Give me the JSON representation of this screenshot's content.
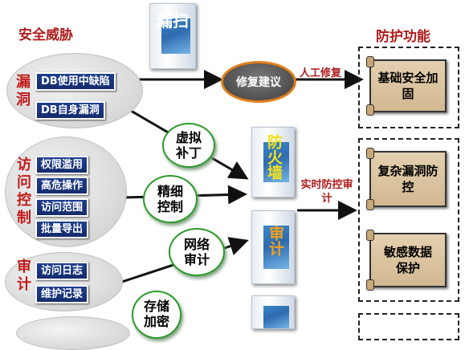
{
  "headings": {
    "left": "安全威胁",
    "right": "防护功能"
  },
  "groups": [
    {
      "label": "漏洞",
      "items": [
        "DB使用中缺陷",
        "DB自身漏洞"
      ]
    },
    {
      "label": "访问控制",
      "items": [
        "权限滥用",
        "高危操作",
        "访问范围",
        "批量导出"
      ]
    },
    {
      "label": "审计",
      "items": [
        "访问日志",
        "维护记录"
      ]
    }
  ],
  "products": {
    "scan": "漏扫",
    "firewall": "防火墙",
    "audit": "审计"
  },
  "bubbles": {
    "virtual_patch": "虚拟补丁",
    "fine_control": "精细控制",
    "network_audit": "网络审计",
    "storage": "存储加密"
  },
  "fix_oval": "修复建议",
  "arrow_labels": {
    "manual_fix": "人工修复",
    "realtime": "实时防控审计"
  },
  "protections": [
    "基础安全加固",
    "复杂漏洞防控",
    "敏感数据保护"
  ],
  "colors": {
    "heading_red": "#b01c1c",
    "threat_blue": "#1f3f8f",
    "bubble_green": "#2e9a2e",
    "oval_orange": "#e07f1a",
    "scroll_tan": "#d2b891"
  }
}
